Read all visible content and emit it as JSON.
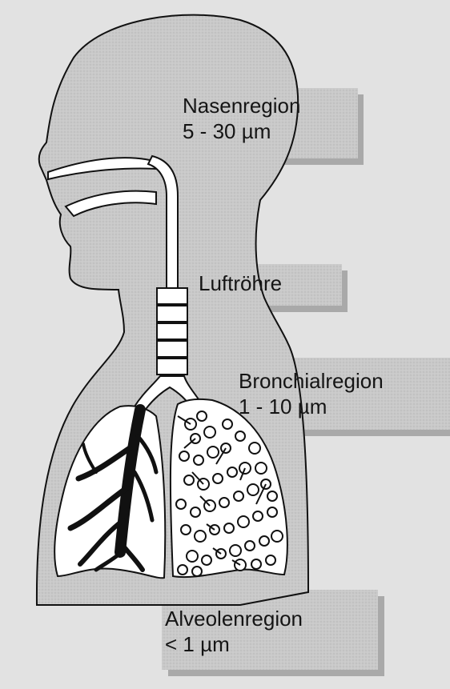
{
  "labels": {
    "nose": {
      "name": "Nasenregion",
      "size": "5 - 30 µm"
    },
    "trachea": {
      "name": "Luftröhre"
    },
    "bronchial": {
      "name": "Bronchialregion",
      "size": "1 - 10 µm"
    },
    "alveolar": {
      "name": "Alveolenregion",
      "size": "< 1 µm"
    }
  },
  "colors": {
    "background": "#e2e2e2",
    "body_fill": "#c8c8c8",
    "label_box": "#c8c8c8",
    "outline": "#111111",
    "lung_fill": "#ffffff",
    "airway": "#111111"
  }
}
